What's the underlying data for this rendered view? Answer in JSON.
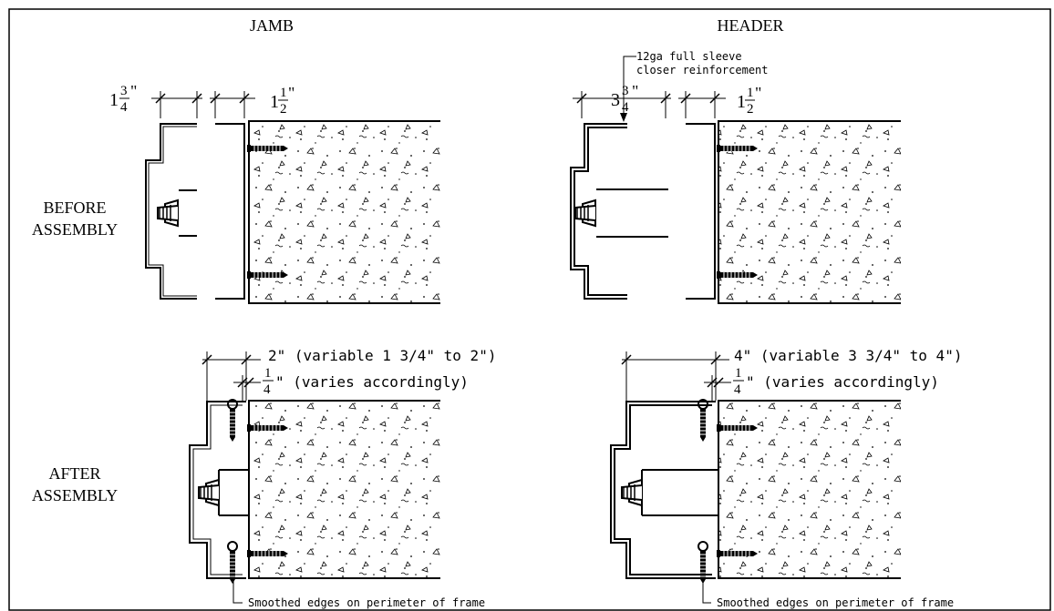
{
  "columns": {
    "jamb": "JAMB",
    "header": "HEADER"
  },
  "rows": {
    "before_1": "BEFORE",
    "before_2": "ASSEMBLY",
    "after_1": "AFTER",
    "after_2": "ASSEMBLY"
  },
  "dimensions": {
    "jamb_face_whole": "1",
    "jamb_face_num": "3",
    "jamb_face_den": "4",
    "jamb_face_inch": "\"",
    "jamb_return_whole": "1",
    "jamb_return_num": "1",
    "jamb_return_den": "2",
    "jamb_return_inch": "\"",
    "header_face_whole": "3",
    "header_face_num": "3",
    "header_face_den": "4",
    "header_face_inch": "\"",
    "header_return_whole": "1",
    "header_return_num": "1",
    "header_return_den": "2",
    "header_return_inch": "\"",
    "jamb_after_total": "2\" (variable 1 3/4\" to 2\")",
    "header_after_total": "4\" (variable 3 3/4\" to 4\")",
    "gap_num": "1",
    "gap_den": "4",
    "gap_text": "\" (varies accordingly)"
  },
  "notes": {
    "reinforcement_1": "12ga full sleeve",
    "reinforcement_2": "closer reinforcement",
    "smoothed_edges": "Smoothed edges on perimeter of frame"
  }
}
